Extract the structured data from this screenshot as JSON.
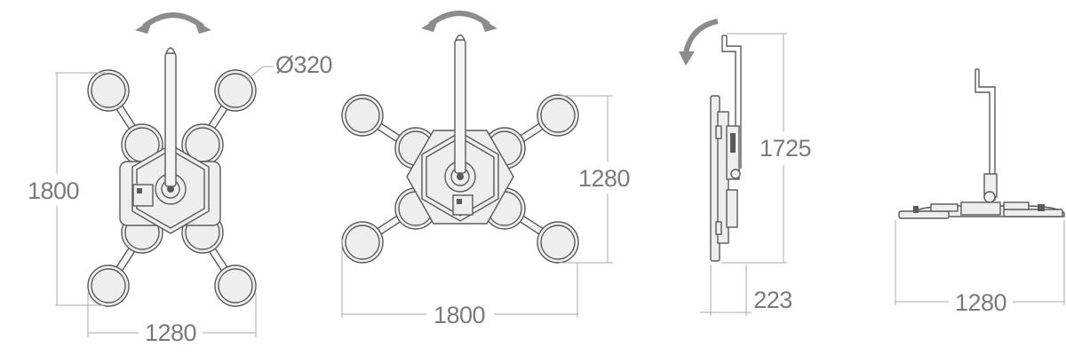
{
  "dimensions": {
    "view1": {
      "height_label": "1800",
      "width_label": "1280",
      "diameter_label": "Ø320"
    },
    "view2": {
      "height_label": "1280",
      "width_label": "1800"
    },
    "view3": {
      "height_label": "1725",
      "depth_label": "223"
    },
    "view4": {
      "width_label": "1280"
    }
  },
  "colors": {
    "line": "#5a5a5a",
    "dimension": "#a8a8a8",
    "text": "#7a7a7a",
    "arrow": "#8c8c8c"
  },
  "icons": [
    "rotate-arrow-icon",
    "rotate-arrow-icon",
    "tilt-arrow-icon"
  ]
}
